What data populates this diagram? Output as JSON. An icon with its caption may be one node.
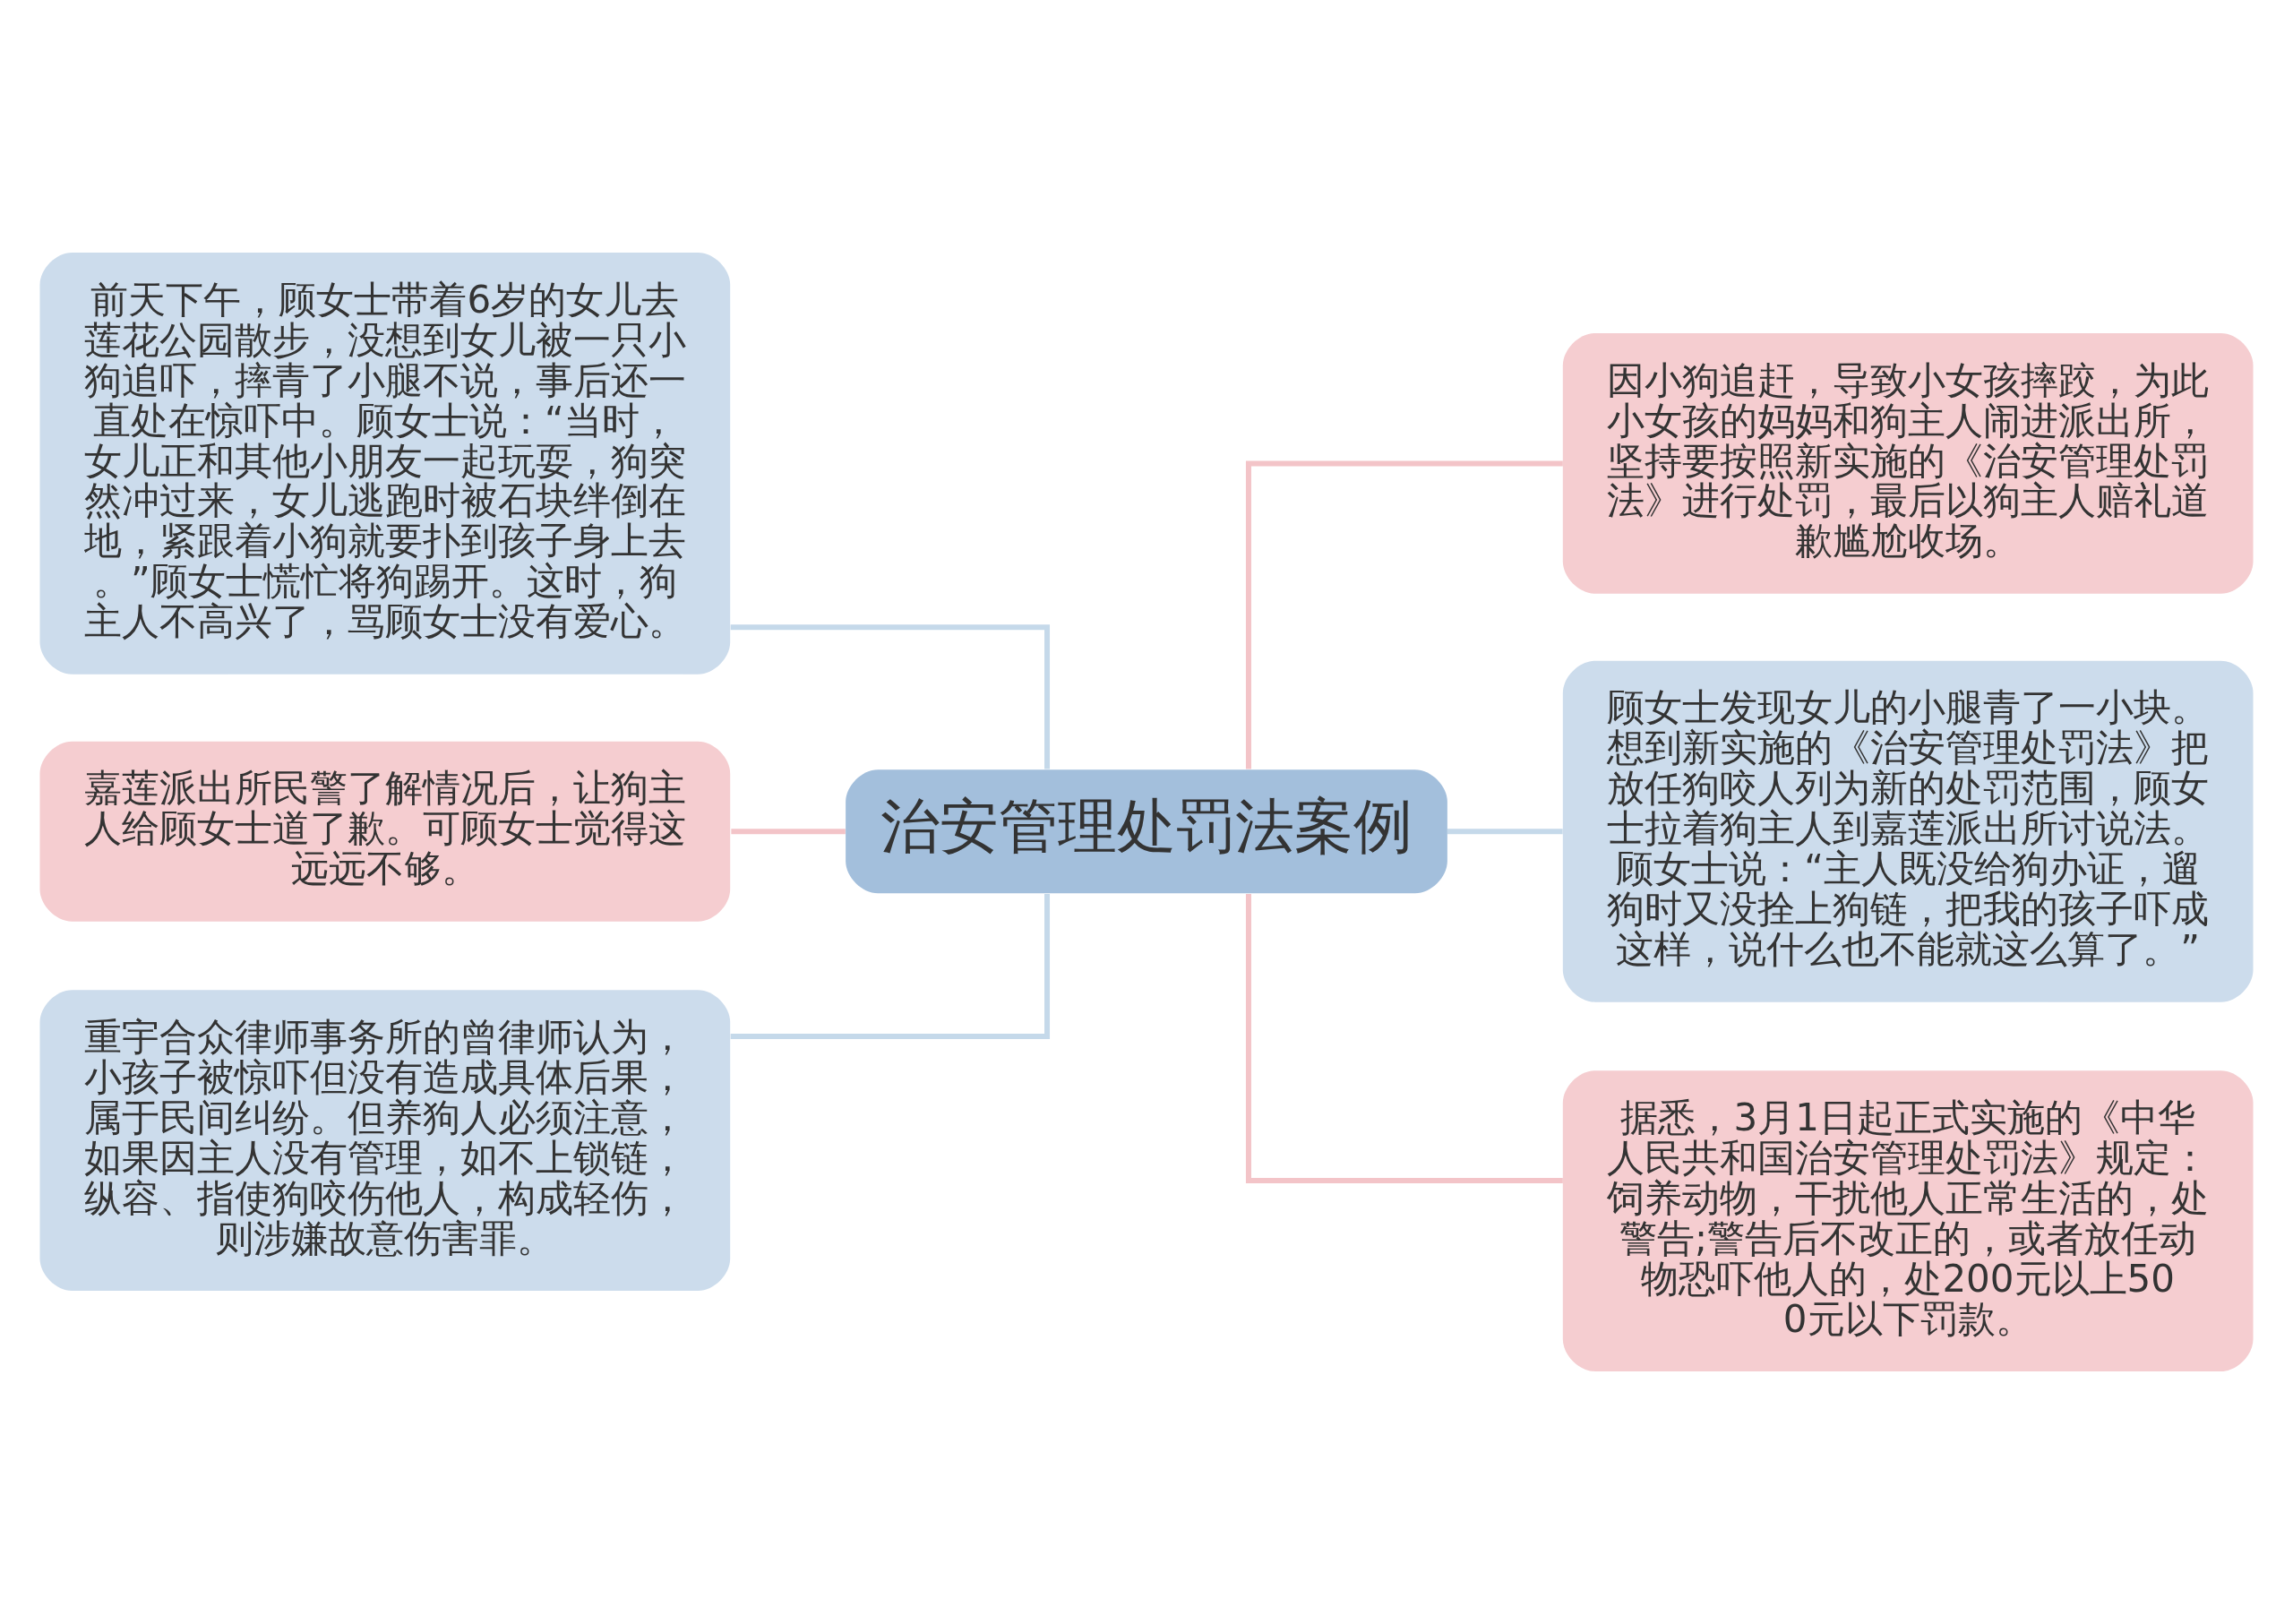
{
  "diagram": {
    "nodes": [
      {
        "text": [
          "治安管理处罚法案例"
        ]
      },
      {
        "text": [
          "前天下午，顾女士带着6岁的女儿去莲花公园散步，没想到女儿被一只小狗追吓，摔青了小腿不说，事后还一直处在惊吓中。顾女士说：“当时，女儿正和其他小朋友一起玩耍，狗突然冲过来，女儿逃跑时被石块绊倒在地，紧跟着小狗就要扑到孩子身上去。”顾女士慌忙将狗踢开。这时，狗主人不高兴了，骂顾女士没有爱心。"
        ]
      },
      {
        "text": [
          "嘉莲派出所民警了解情况后，让狗主人给顾女士道了歉。可顾女士觉得这远远不够。"
        ]
      },
      {
        "text": [
          "重宇合众律师事务所的曾律师认为，小孩子被惊吓但没有造成具体后果，属于民间纠纷。但养狗人必须注意，如果因主人没有管理，如不上锁链，纵容、指使狗咬伤他人，构成轻伤，则涉嫌故意伤害罪。"
        ]
      },
      {
        "text": [
          "因小狗追赶，导致小女孩摔跤，为此小女孩的妈妈和狗主人闹进派出所，坚持要按照新实施的《治安管理处罚法》进行处罚，最后以狗主人赔礼道歉尴尬收场。"
        ]
      },
      {
        "text": [
          "顾女士发现女儿的小腿青了一小块。想到新实施的《治安管理处罚法》把放任狗咬人列为新的处罚范围，顾女士拉着狗主人到嘉莲派出所讨说法。顾女士说：“主人既没给狗办证，遛狗时又没拴上狗链，把我的孩子吓成这样，说什么也不能就这么算了。”"
        ]
      },
      {
        "text": [
          "据悉，3月1日起正式实施的《中华人民共和国治安管理处罚法》规定：饲养动物，干扰他人正常生活的，处警告;警告后不改正的，或者放任动物恐吓他人的，处200元以上500元以下罚款。"
        ]
      }
    ],
    "edges": [
      {
        "from": 0,
        "to": 1,
        "arrow": "none",
        "color": "#c5d9ea"
      },
      {
        "from": 0,
        "to": 2,
        "arrow": "none",
        "color": "#f3c4c8"
      },
      {
        "from": 0,
        "to": 3,
        "arrow": "none",
        "color": "#c5d9ea"
      },
      {
        "from": 0,
        "to": 4,
        "arrow": "none",
        "color": "#f3c4c8"
      },
      {
        "from": 0,
        "to": 5,
        "arrow": "none",
        "color": "#c5d9ea"
      },
      {
        "from": 0,
        "to": 6,
        "arrow": "none",
        "color": "#f3c4c8"
      }
    ]
  }
}
